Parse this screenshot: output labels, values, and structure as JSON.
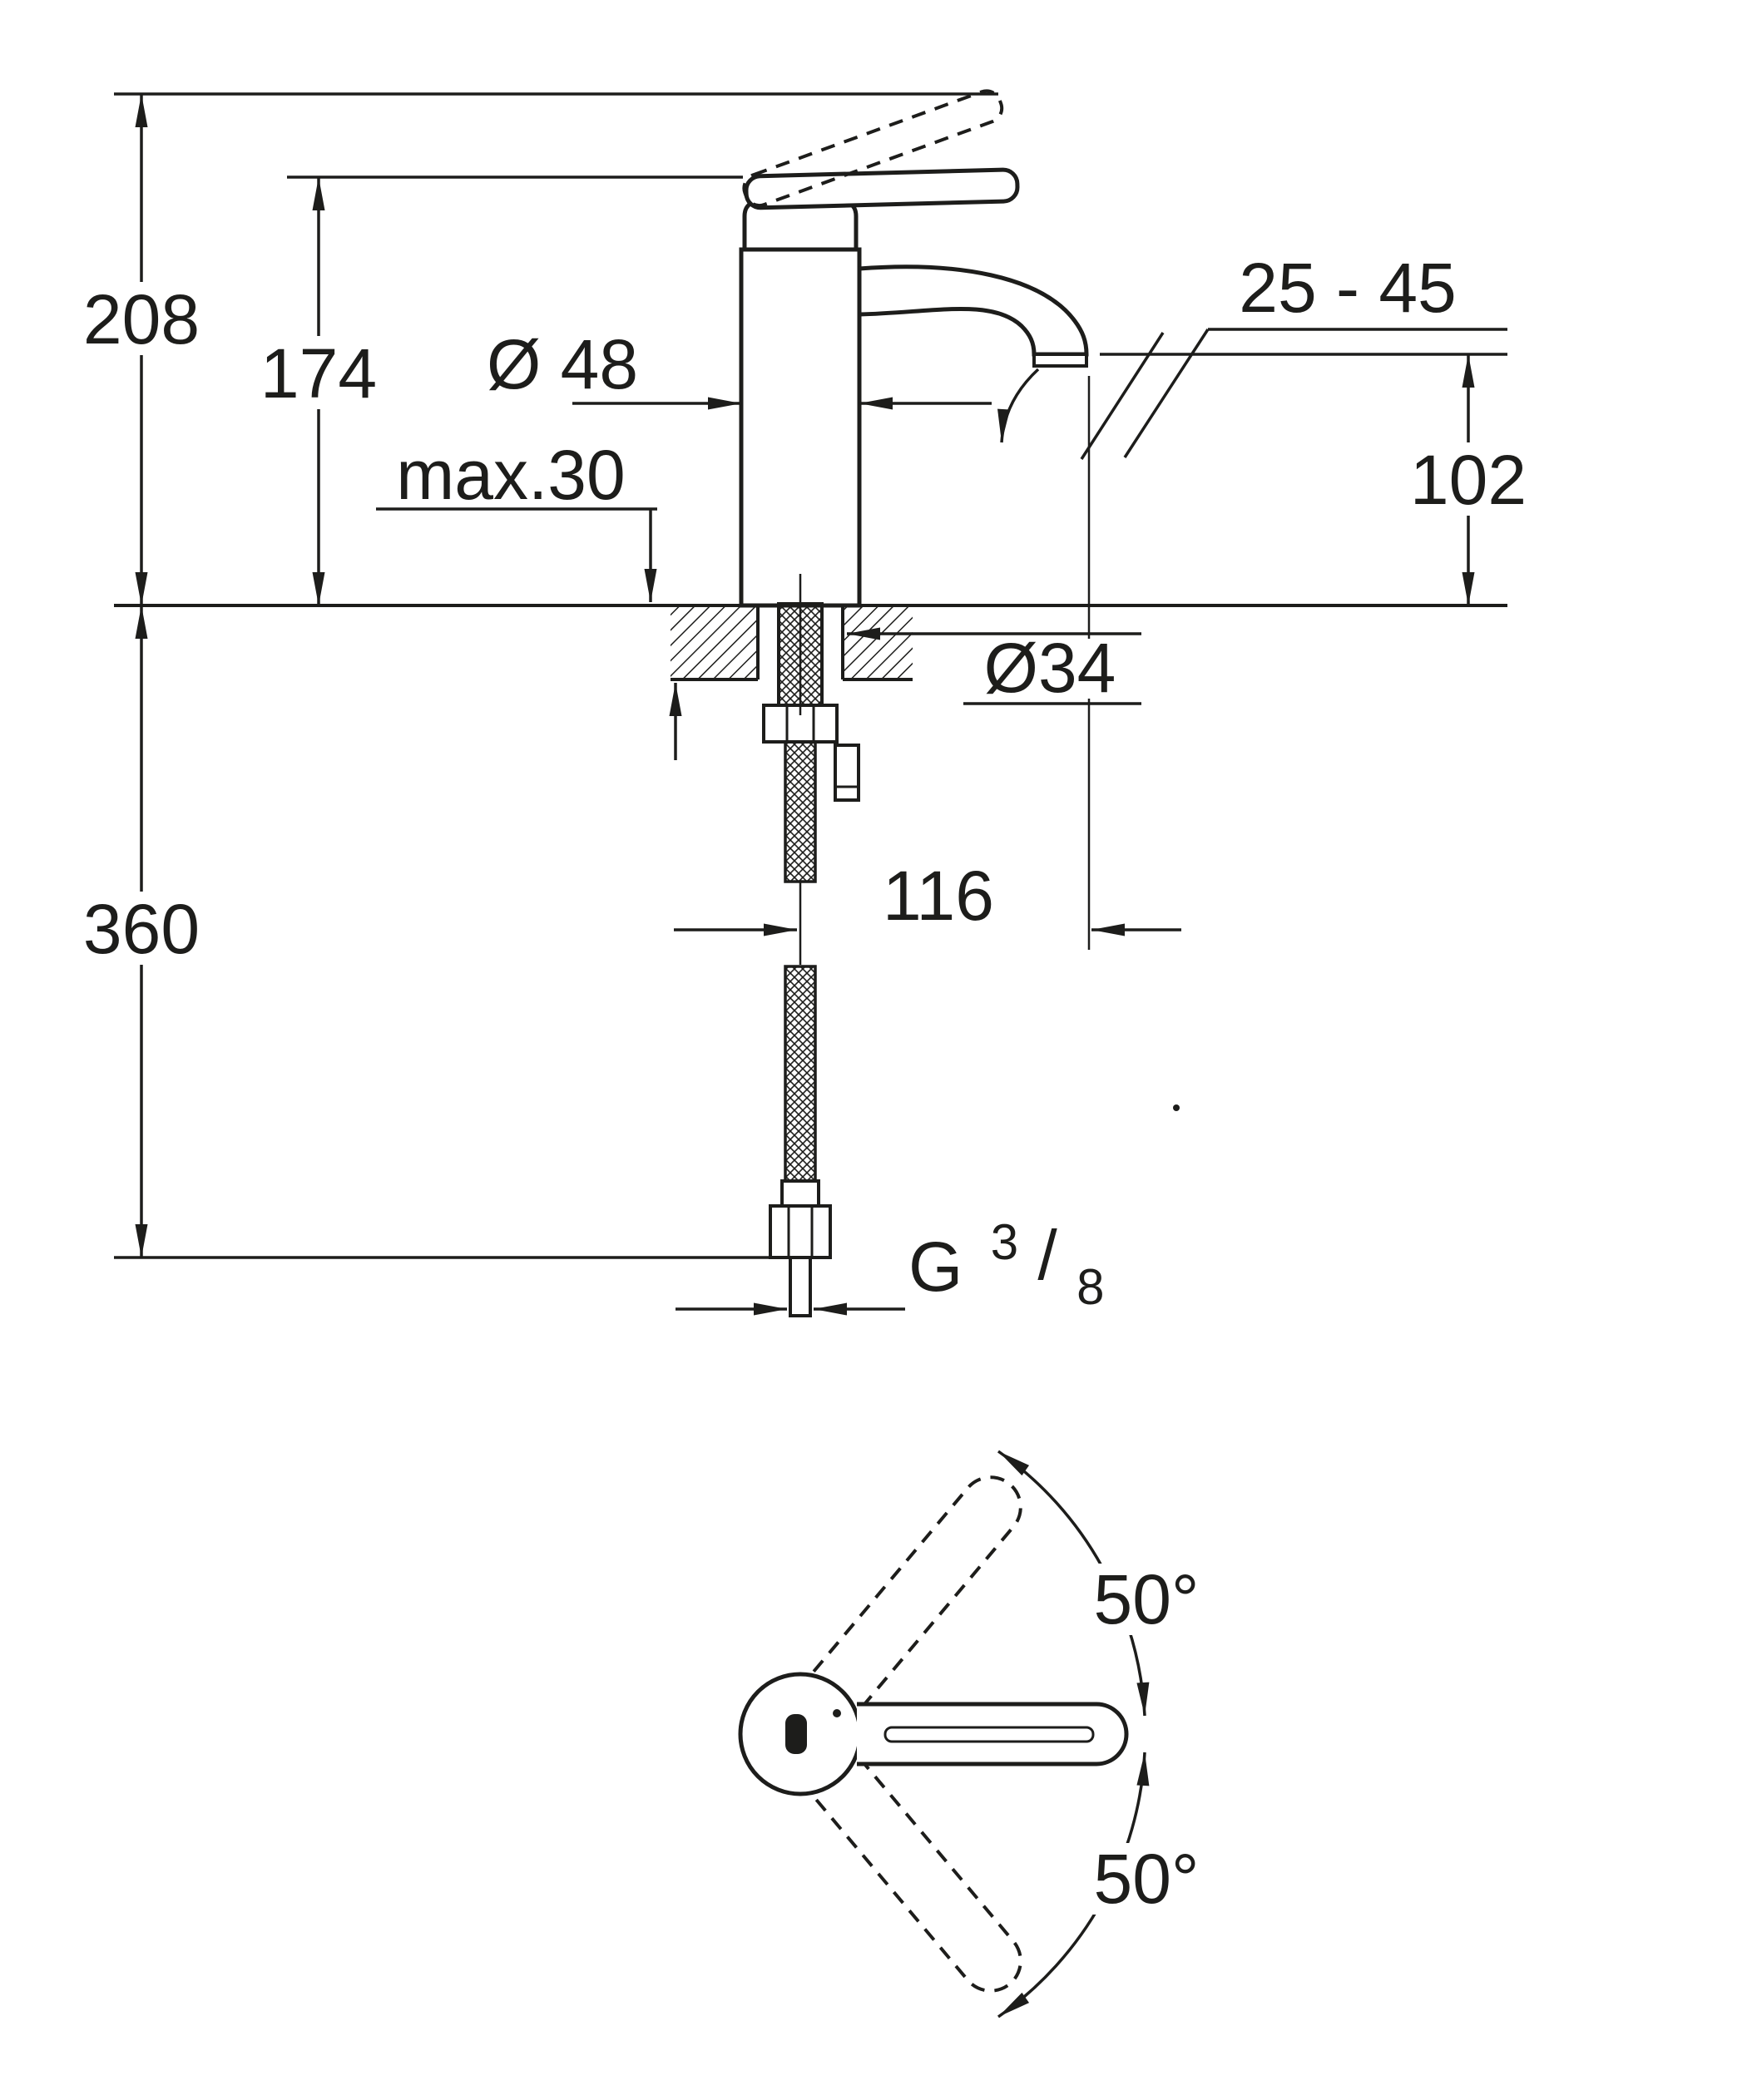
{
  "drawing": {
    "type": "technical-dimension-drawing",
    "subject": "single-lever basin mixer faucet, side view with mounting section and top view of handle swivel",
    "colors": {
      "line": "#1d1d1b",
      "background": "#ffffff"
    },
    "labels": {
      "total_height": "208",
      "fitting_height": "174",
      "body_diameter": "Ø 48",
      "counter_max": "max.30",
      "aerator_angle": "25 - 45",
      "spout_height": "102",
      "hole_diameter": "Ø34",
      "hose_length": "360",
      "projection": "116",
      "thread_g": "G",
      "thread_num": "3",
      "thread_slash": "/",
      "thread_den": "8",
      "swivel_top": "50°",
      "swivel_bottom": "50°"
    }
  }
}
